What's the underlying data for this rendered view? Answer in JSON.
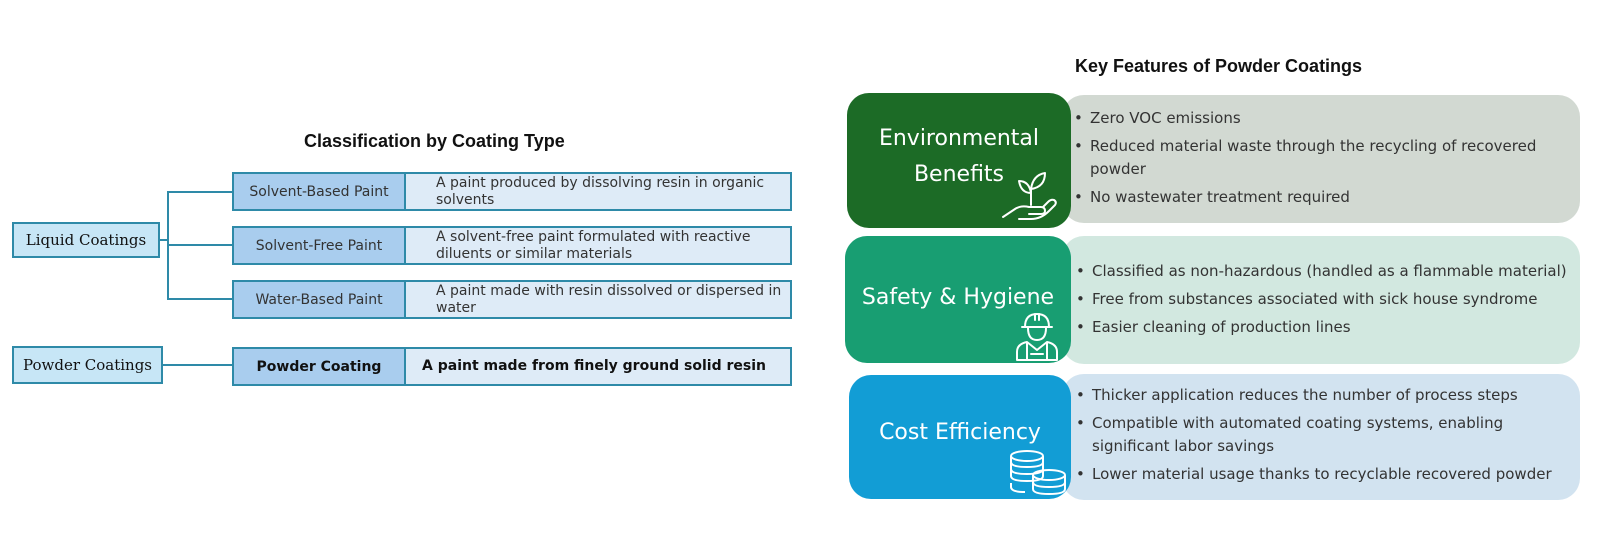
{
  "left": {
    "title": "Classification by Coating Type",
    "liquid_label": "Liquid Coatings",
    "powder_label": "Powder Coatings",
    "rows": [
      {
        "name": "Solvent-Based Paint",
        "desc": "A paint produced by dissolving resin in organic solvents"
      },
      {
        "name": "Solvent-Free Paint",
        "desc": "A solvent-free paint formulated with reactive diluents or similar materials"
      },
      {
        "name": "Water-Based Paint",
        "desc": "A paint made with resin dissolved or dispersed in water"
      },
      {
        "name": "Powder Coating",
        "desc": "A paint made from finely ground solid resin"
      }
    ]
  },
  "right": {
    "title": "Key Features of Powder Coatings",
    "features": [
      {
        "title_line1": "Environmental",
        "title_line2": "Benefits",
        "icon": "hand-plant-icon",
        "tile_color": "#1c6b26",
        "panel_color": "#d2d9d2",
        "bullets": [
          "Zero VOC emissions",
          "Reduced material waste through the recycling of recovered powder",
          "No wastewater treatment required"
        ]
      },
      {
        "title_line1": "Safety & Hygiene",
        "icon": "worker-icon",
        "tile_color": "#189e72",
        "panel_color": "#d2e8e0",
        "bullets": [
          "Classified as non-hazardous (handled as a flammable material)",
          "Free from substances associated with sick house syndrome",
          "Easier cleaning of production lines"
        ]
      },
      {
        "title_line1": "Cost Efficiency",
        "icon": "coins-icon",
        "tile_color": "#129dd5",
        "panel_color": "#d2e3f0",
        "bullets": [
          "Thicker application reduces the number of process steps",
          "Compatible with automated coating systems, enabling significant labor savings",
          "Lower material usage thanks to recyclable recovered powder"
        ]
      }
    ]
  }
}
